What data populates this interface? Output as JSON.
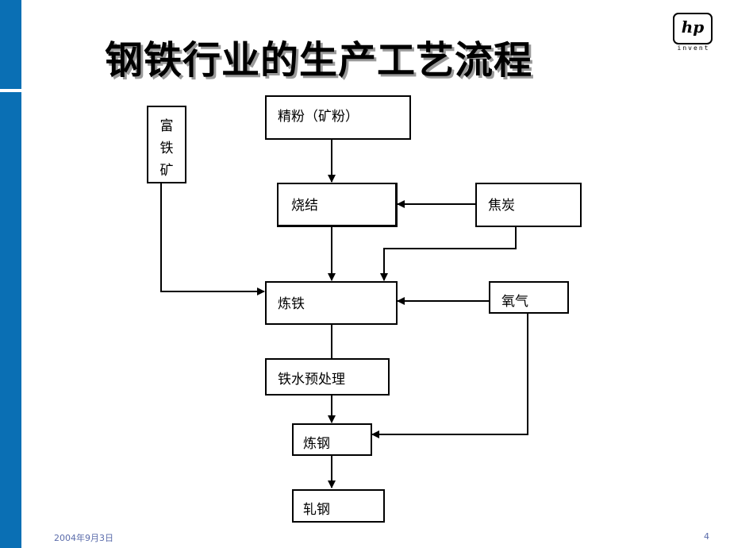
{
  "slide": {
    "title": "钢铁行业的生产工艺流程",
    "date": "2004年9月3日",
    "page_number": "4",
    "colors": {
      "accent": "#0a6fb4",
      "footer_text": "#5b6cab"
    }
  },
  "logo": {
    "mark": "hp",
    "tagline": "invent"
  },
  "nodes": {
    "rich_ore": {
      "chars": [
        "富",
        "铁",
        "矿"
      ]
    },
    "fine_ore": {
      "label": "精粉（矿粉）"
    },
    "sintering": {
      "label": "烧结"
    },
    "coke": {
      "label": "焦炭"
    },
    "ironmaking": {
      "label": "炼铁"
    },
    "oxygen": {
      "label": "氧气"
    },
    "pretreatment": {
      "label": "铁水预处理"
    },
    "steelmaking": {
      "label": "炼钢"
    },
    "rolling": {
      "label": "轧钢"
    }
  }
}
